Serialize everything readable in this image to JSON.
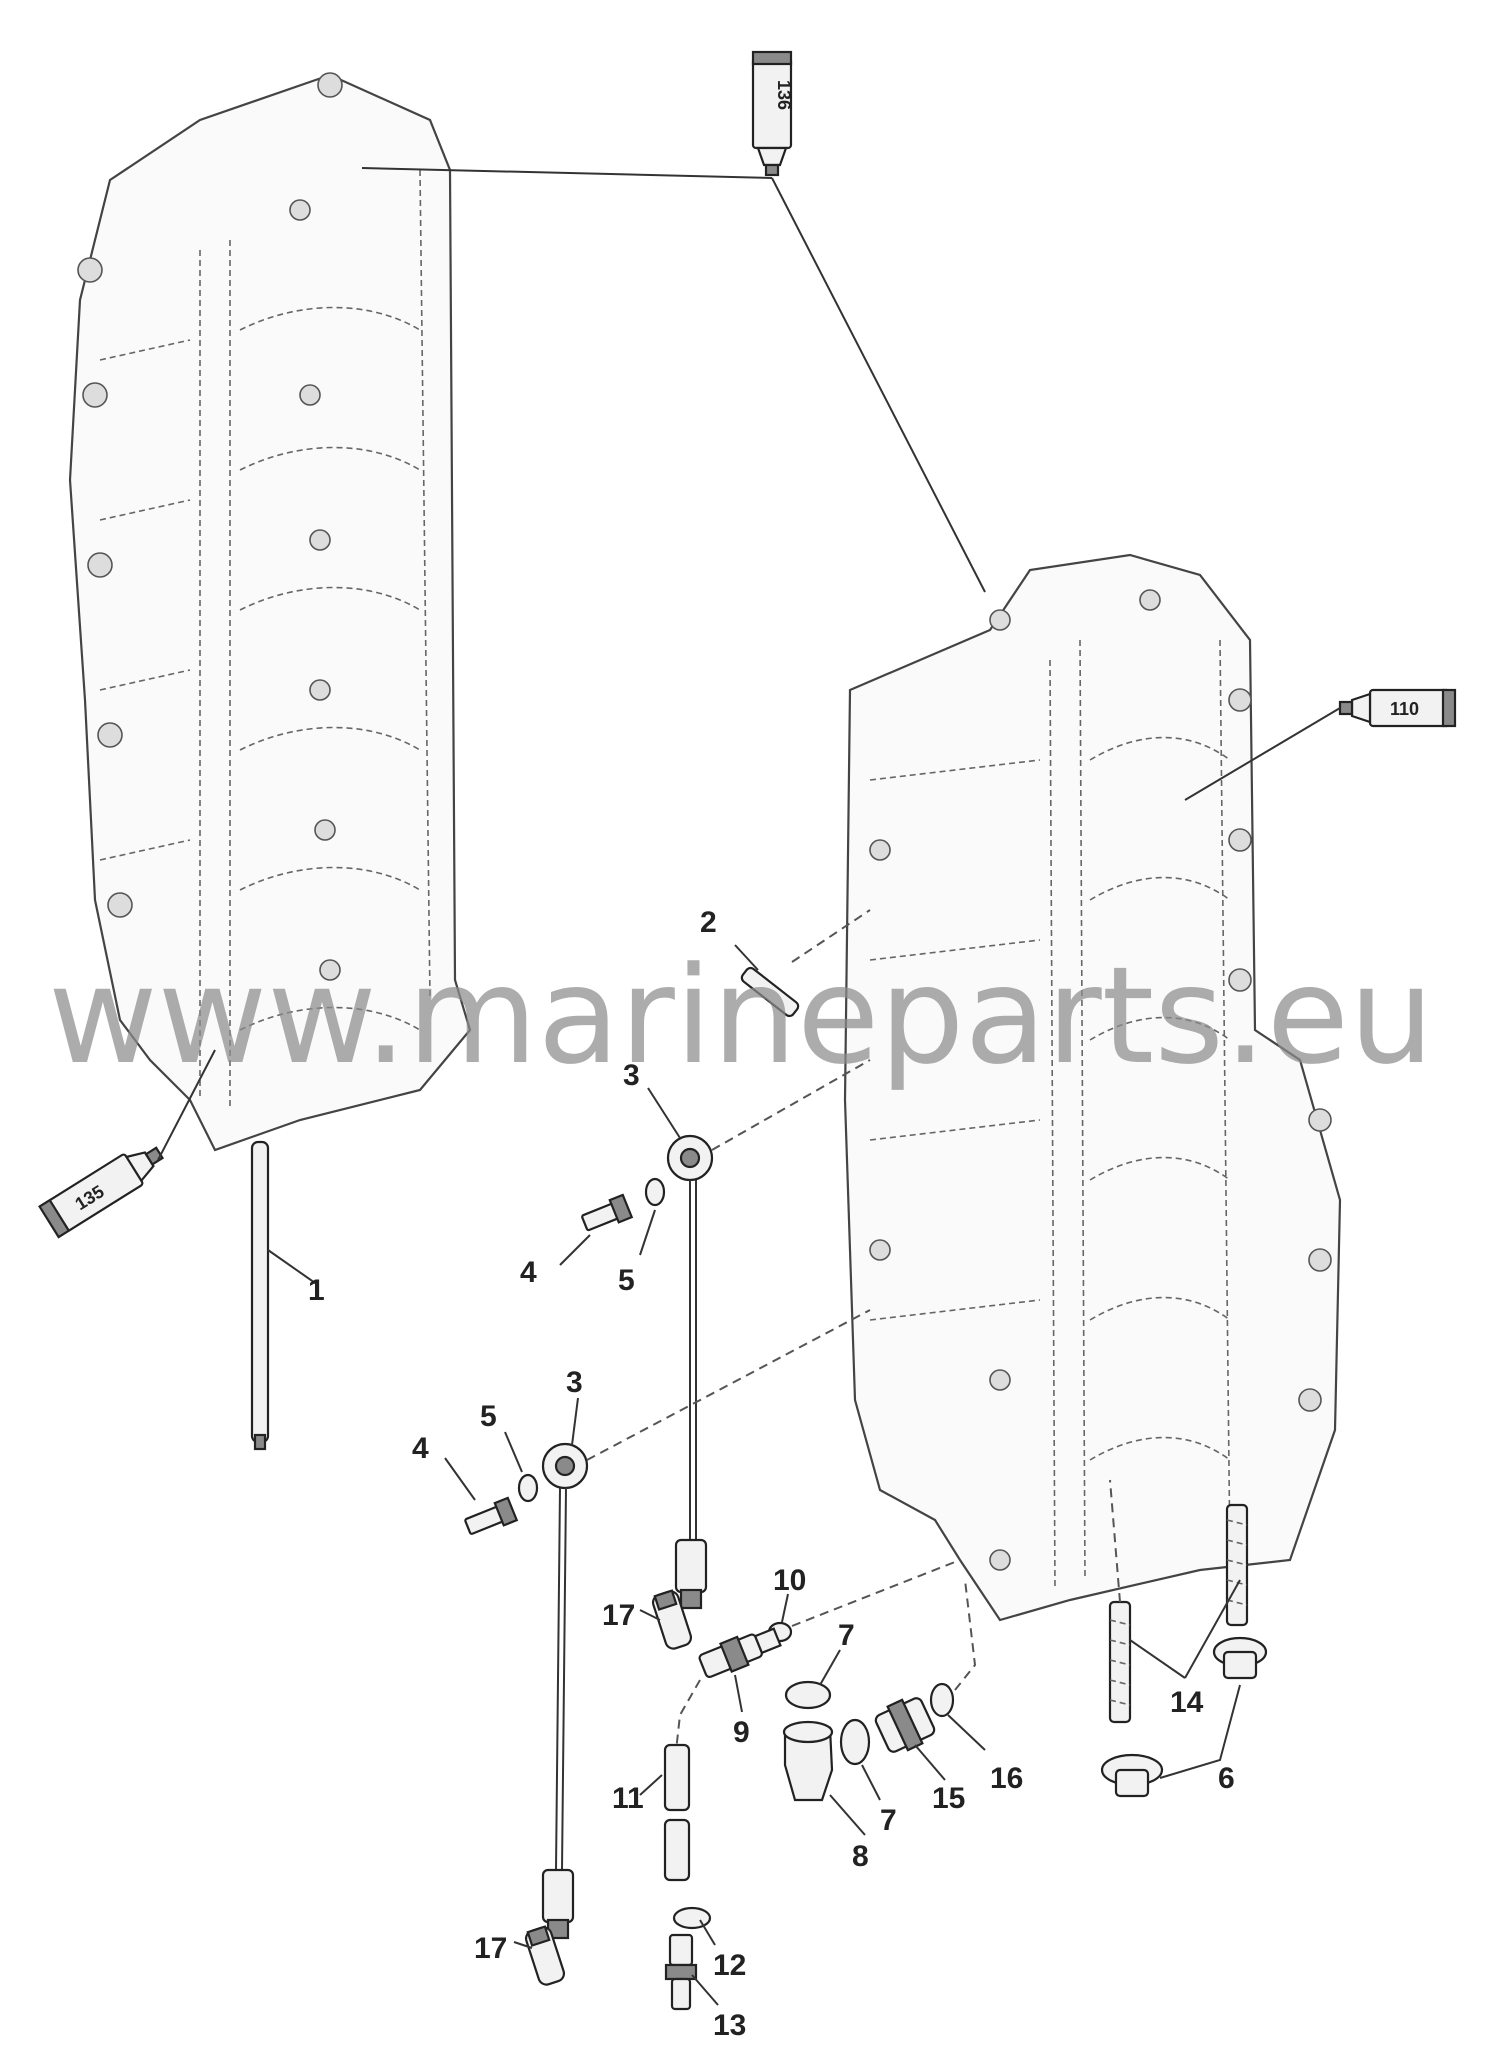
{
  "watermark": "www.marineparts.eu",
  "sealants": [
    {
      "id": "sealant-136",
      "label": "136"
    },
    {
      "id": "sealant-110",
      "label": "110"
    },
    {
      "id": "sealant-135",
      "label": "135"
    }
  ],
  "callouts": [
    {
      "label": "1"
    },
    {
      "label": "2"
    },
    {
      "label": "3"
    },
    {
      "label": "3"
    },
    {
      "label": "4"
    },
    {
      "label": "4"
    },
    {
      "label": "5"
    },
    {
      "label": "5"
    },
    {
      "label": "6"
    },
    {
      "label": "7"
    },
    {
      "label": "7"
    },
    {
      "label": "8"
    },
    {
      "label": "9"
    },
    {
      "label": "10"
    },
    {
      "label": "11"
    },
    {
      "label": "12"
    },
    {
      "label": "13"
    },
    {
      "label": "14"
    },
    {
      "label": "15"
    },
    {
      "label": "16"
    },
    {
      "label": "17"
    },
    {
      "label": "17"
    }
  ]
}
